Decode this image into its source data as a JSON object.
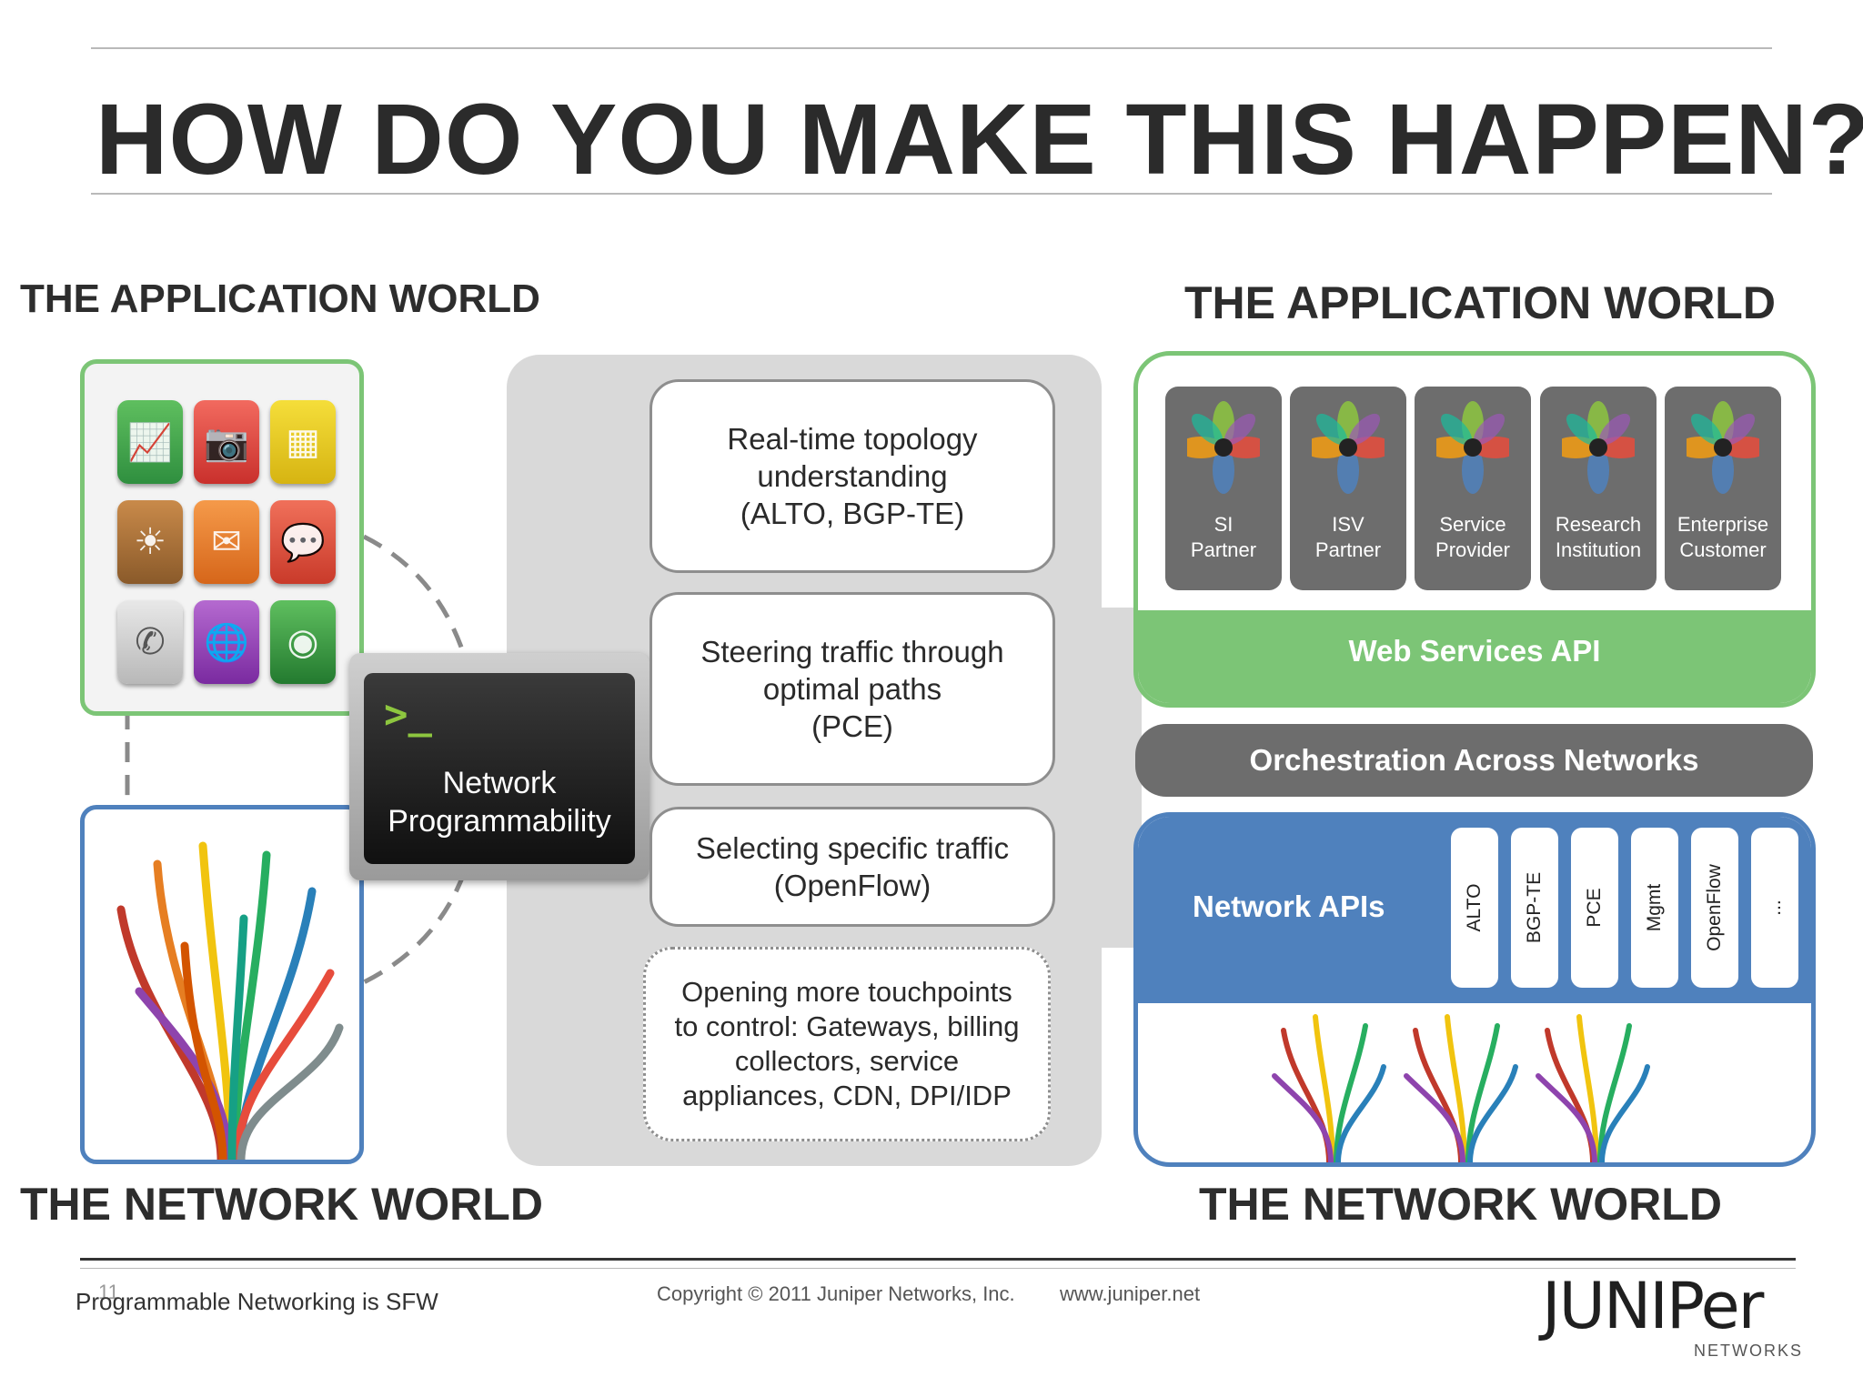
{
  "title": "HOW DO YOU MAKE THIS HAPPEN?",
  "left": {
    "app_world": "THE APPLICATION WORLD",
    "network_world": "THE NETWORK WORLD",
    "center_label": "Network\nProgrammability",
    "prompt_glyph": ">_"
  },
  "capabilities": [
    "Real-time topology\nunderstanding\n(ALTO, BGP-TE)",
    "Steering traffic through\noptimal paths\n(PCE)",
    "Selecting specific traffic\n(OpenFlow)",
    "Opening more touchpoints\nto control: Gateways, billing\ncollectors, service\nappliances, CDN, DPI/IDP"
  ],
  "right": {
    "app_world": "THE APPLICATION WORLD",
    "network_world": "THE NETWORK WORLD",
    "customers": [
      "SI\nPartner",
      "ISV\nPartner",
      "Service\nProvider",
      "Research\nInstitution",
      "Enterprise\nCustomer"
    ],
    "web_services": "Web Services API",
    "orchestration": "Orchestration Across Networks",
    "network_apis": "Network APIs",
    "api_list": [
      "ALTO",
      "BGP-TE",
      "PCE",
      "Mgmt",
      "OpenFlow",
      "..."
    ]
  },
  "footer": {
    "slide_number": "11",
    "left_text": "Programmable Networking is SFW",
    "copyright": "Copyright © 2011 Juniper Networks, Inc.",
    "website": "www.juniper.net",
    "logo_main": "JUNIPer",
    "logo_sub": "NETWORKS"
  },
  "colors": {
    "green": "#7cc576",
    "blue": "#4f81bd",
    "grey": "#6d6d6d",
    "panel": "#d9d9d9"
  }
}
